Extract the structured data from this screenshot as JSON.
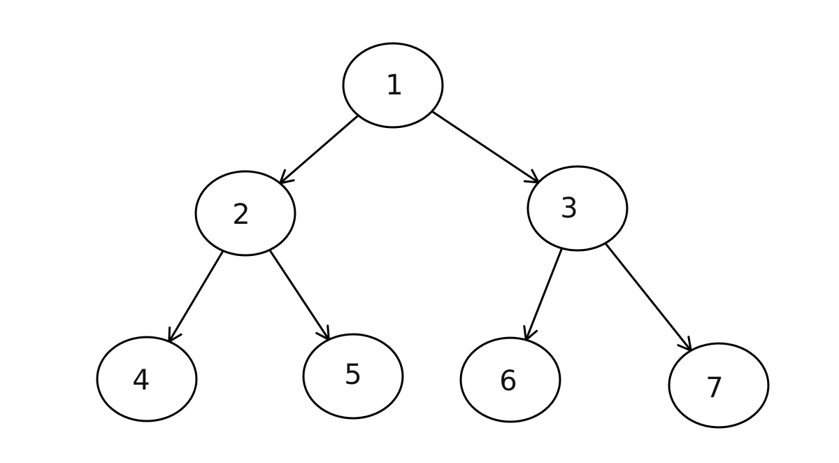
{
  "tree": {
    "nodes": [
      {
        "id": "n1",
        "label": "1"
      },
      {
        "id": "n2",
        "label": "2"
      },
      {
        "id": "n3",
        "label": "3"
      },
      {
        "id": "n4",
        "label": "4"
      },
      {
        "id": "n5",
        "label": "5"
      },
      {
        "id": "n6",
        "label": "6"
      },
      {
        "id": "n7",
        "label": "7"
      }
    ],
    "edges": [
      {
        "from": "n1",
        "to": "n2"
      },
      {
        "from": "n1",
        "to": "n3"
      },
      {
        "from": "n2",
        "to": "n4"
      },
      {
        "from": "n2",
        "to": "n5"
      },
      {
        "from": "n3",
        "to": "n6"
      },
      {
        "from": "n3",
        "to": "n7"
      }
    ]
  }
}
